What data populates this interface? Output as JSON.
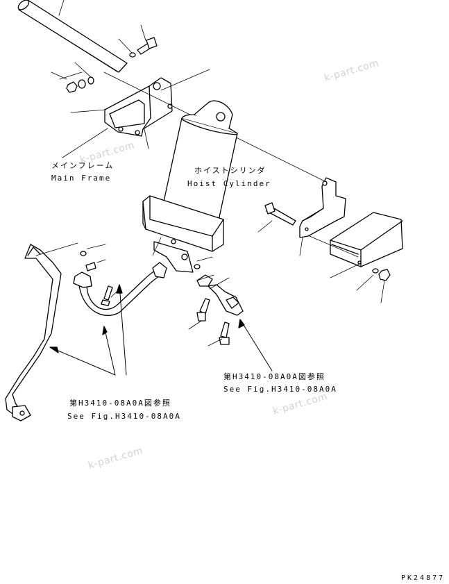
{
  "labels": {
    "main_frame_jp": "メインフレーム",
    "main_frame_en": "Main Frame",
    "hoist_cylinder_jp": "ホイストシリンダ",
    "hoist_cylinder_en": "Hoist Cylinder",
    "ref_right_jp": "第H3410-08A0A図参照",
    "ref_right_en": "See Fig.H3410-08A0A",
    "ref_left_jp": "第H3410-08A0A図参照",
    "ref_left_en": "See Fig.H3410-08A0A",
    "page_code": "PK24877"
  },
  "watermarks": [
    "k-part.com",
    "k-part.com",
    "k-part.com",
    "k-part.com"
  ],
  "colors": {
    "ink": "#000000",
    "watermark": "#d2d2d2",
    "background": "#ffffff"
  }
}
